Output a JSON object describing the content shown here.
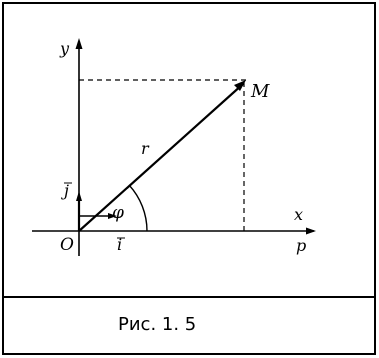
{
  "labels": {
    "y_axis": "y",
    "x_axis": "x",
    "polar_axis": "p",
    "point": "M",
    "radius": "r",
    "angle": "φ",
    "origin": "O",
    "unit_i": "i",
    "unit_j": "j"
  },
  "caption": "Рис. 1. 5"
}
